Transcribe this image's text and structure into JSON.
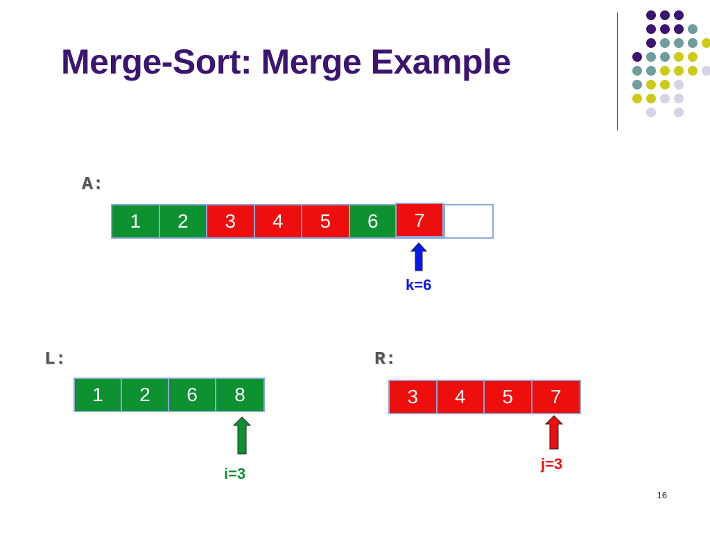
{
  "title": "Merge-Sort: Merge Example",
  "page_number": "16",
  "arrays": {
    "A": {
      "label": "A:",
      "cells": [
        {
          "value": "1",
          "color": "green"
        },
        {
          "value": "2",
          "color": "green"
        },
        {
          "value": "3",
          "color": "red"
        },
        {
          "value": "4",
          "color": "red"
        },
        {
          "value": "5",
          "color": "red"
        },
        {
          "value": "6",
          "color": "green"
        },
        {
          "value": "",
          "color": "empty"
        },
        {
          "value": "",
          "color": "empty"
        }
      ],
      "current_value": "7",
      "pointer_label": "k=6",
      "pointer_color": "#0a18f0"
    },
    "L": {
      "label": "L:",
      "cells": [
        {
          "value": "1",
          "color": "green"
        },
        {
          "value": "2",
          "color": "green"
        },
        {
          "value": "6",
          "color": "green"
        },
        {
          "value": "8",
          "color": "green"
        }
      ],
      "pointer_label": "i=3",
      "pointer_color": "#0d9131"
    },
    "R": {
      "label": "R:",
      "cells": [
        {
          "value": "3",
          "color": "red"
        },
        {
          "value": "4",
          "color": "red"
        },
        {
          "value": "5",
          "color": "red"
        },
        {
          "value": "7",
          "color": "red"
        }
      ],
      "pointer_label": "j=3",
      "pointer_color": "#ee0e0e"
    }
  },
  "colors": {
    "title": "#3b1570",
    "green": "#0d9131",
    "red": "#ee0e0e",
    "cell_border": "#8ea9db",
    "dot_purple": "#3b1570",
    "dot_teal": "#6f9c9c",
    "dot_yellow": "#cccc18",
    "dot_lavender": "#d4d4e6"
  }
}
